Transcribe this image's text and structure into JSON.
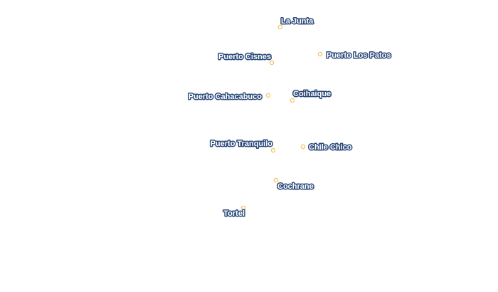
{
  "places": [
    {
      "id": "la-junta",
      "name": "La Junta"
    },
    {
      "id": "puerto-cisnes",
      "name": "Puerto Cisnes"
    },
    {
      "id": "puerto-los-patos",
      "name": "Puerto Los Patos"
    },
    {
      "id": "puerto-cahacabuco",
      "name": "Puerto Cahacabuco"
    },
    {
      "id": "coihaique",
      "name": "Coihaique"
    },
    {
      "id": "puerto-tranquilo",
      "name": "Puerto Tranquilo"
    },
    {
      "id": "chile-chico",
      "name": "Chile Chico"
    },
    {
      "id": "cochrane",
      "name": "Cochrane"
    },
    {
      "id": "tortel",
      "name": "Tortel"
    }
  ],
  "colors": {
    "marker_stroke": "#f2c461",
    "label_fill": "#ffffff",
    "label_halo": "#2c4a7a"
  }
}
